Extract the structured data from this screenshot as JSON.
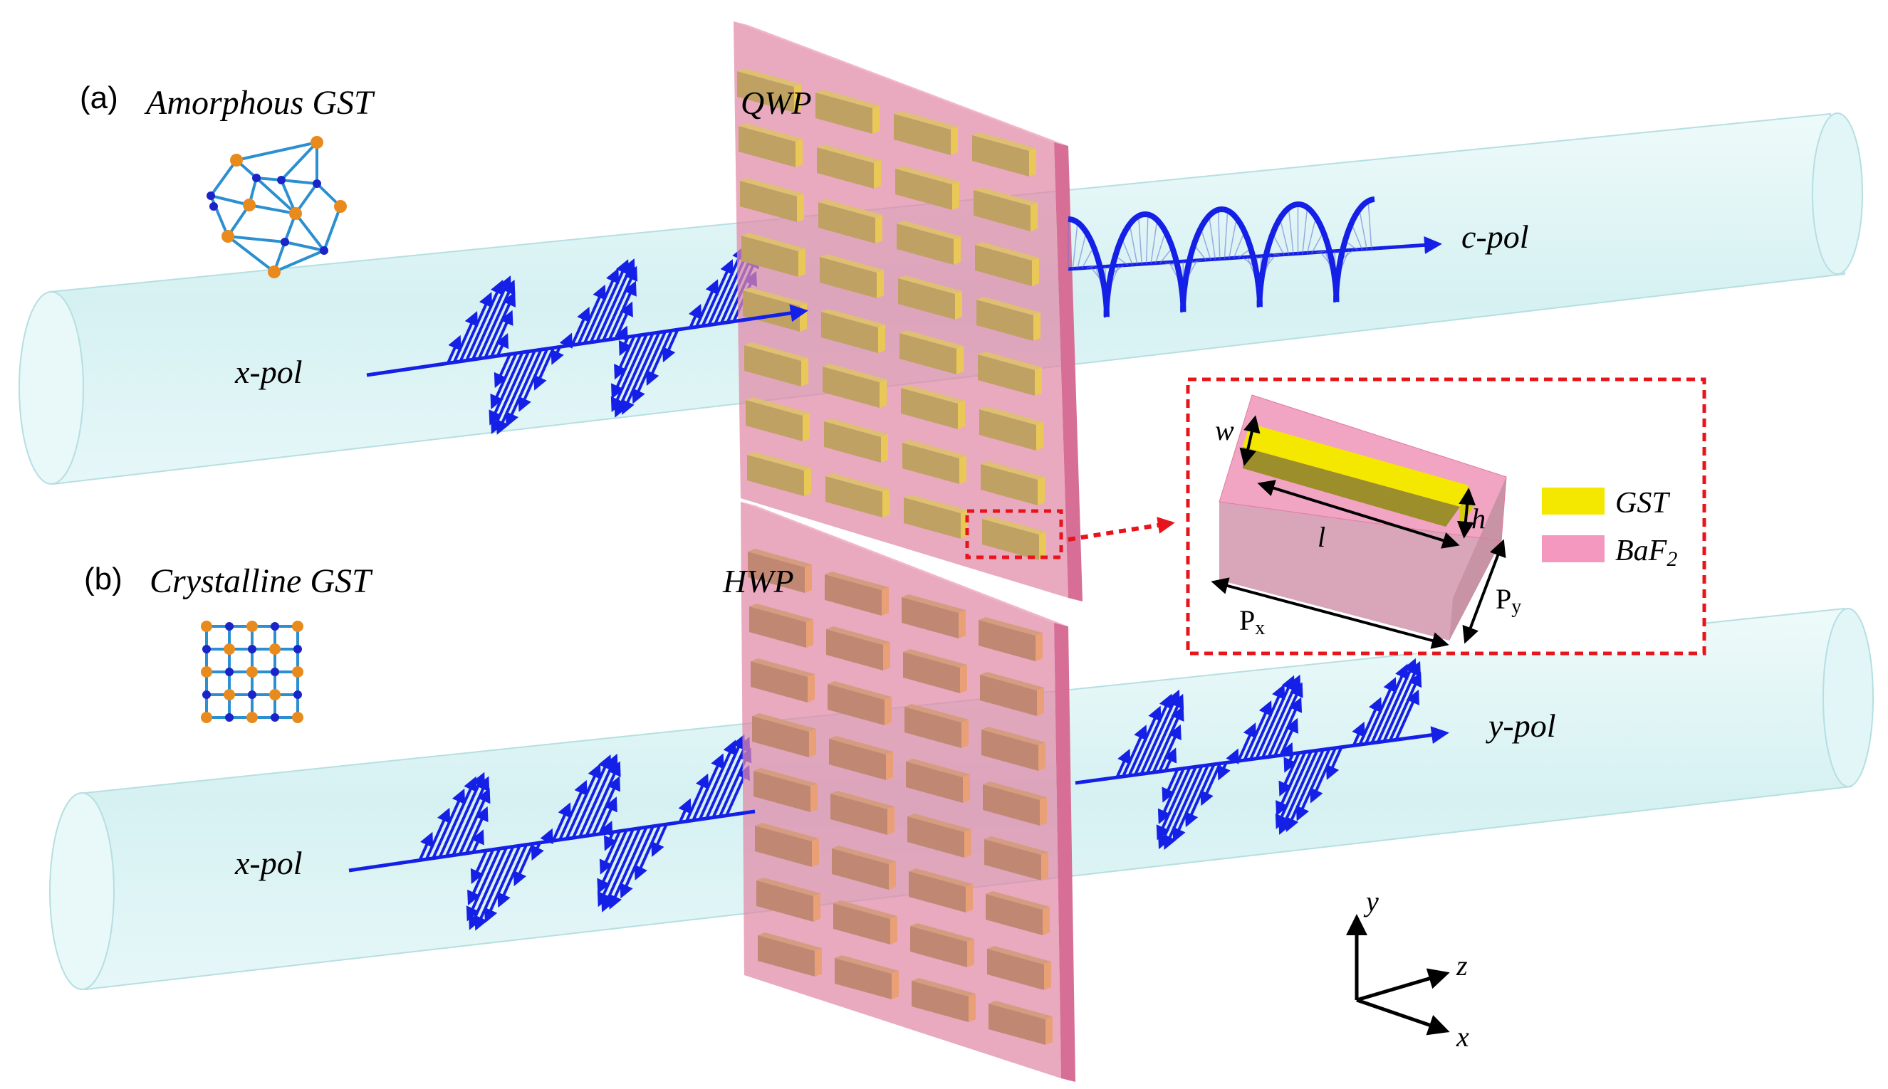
{
  "panel_a": {
    "letter": "(a)",
    "title": "Amorphous GST",
    "plate_label": "QWP",
    "input_label": "x-pol",
    "output_label": "c-pol"
  },
  "panel_b": {
    "letter": "(b)",
    "title": "Crystalline GST",
    "plate_label": "HWP",
    "input_label": "x-pol",
    "output_label": "y-pol"
  },
  "unit_cell": {
    "width_label": "w",
    "height_label": "h",
    "length_label": "l",
    "period_x_main": "P",
    "period_x_sub": "x",
    "period_y_main": "P",
    "period_y_sub": "y"
  },
  "legend": [
    {
      "label": "GST",
      "color": "#f4e800"
    },
    {
      "label": "BaF",
      "sub": "2",
      "color": "#f598c0"
    }
  ],
  "axes": {
    "y": "y",
    "z": "z",
    "x": "x"
  },
  "colors": {
    "beam": "#d9f3f4",
    "beam_edge": "#b5dfe2",
    "plate": "#e9a0b5",
    "plate_edge": "#d66e96",
    "gst_amorphous": "#b9b12a",
    "gst_crystalline": "#b7894e",
    "arrow": "#1520e6",
    "dash": "#e8141b",
    "atom_orange": "#e88a1c",
    "atom_blue": "#1a24c8",
    "bond": "#2b8fd0"
  }
}
